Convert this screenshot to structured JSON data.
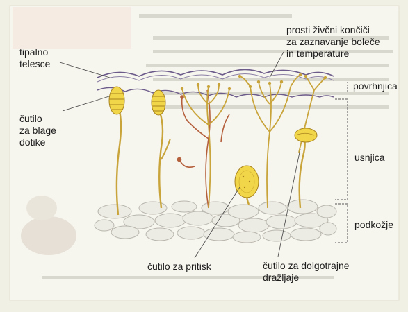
{
  "labels": {
    "tipalno": [
      "tipalno",
      "telesce"
    ],
    "prosti": [
      "prosti živčni končiči",
      "za zaznavanje boleče",
      "in temperature"
    ],
    "cutilo_blage": [
      "čutilo",
      "za blage",
      "dotike"
    ],
    "povrhnjica": "povrhnjica",
    "usnjica": "usnjica",
    "podkozje": "podkožje",
    "pritisk": "čutilo za pritisk",
    "dolgotrajne": [
      "čutilo za dolgotrajne",
      "dražljaje"
    ]
  },
  "colors": {
    "paper": "#f1f0e4",
    "nerve": "#c8a43a",
    "receptor": "#f2d64a",
    "vessel": "#b5603c",
    "fat_cell": "#ecebe4"
  }
}
